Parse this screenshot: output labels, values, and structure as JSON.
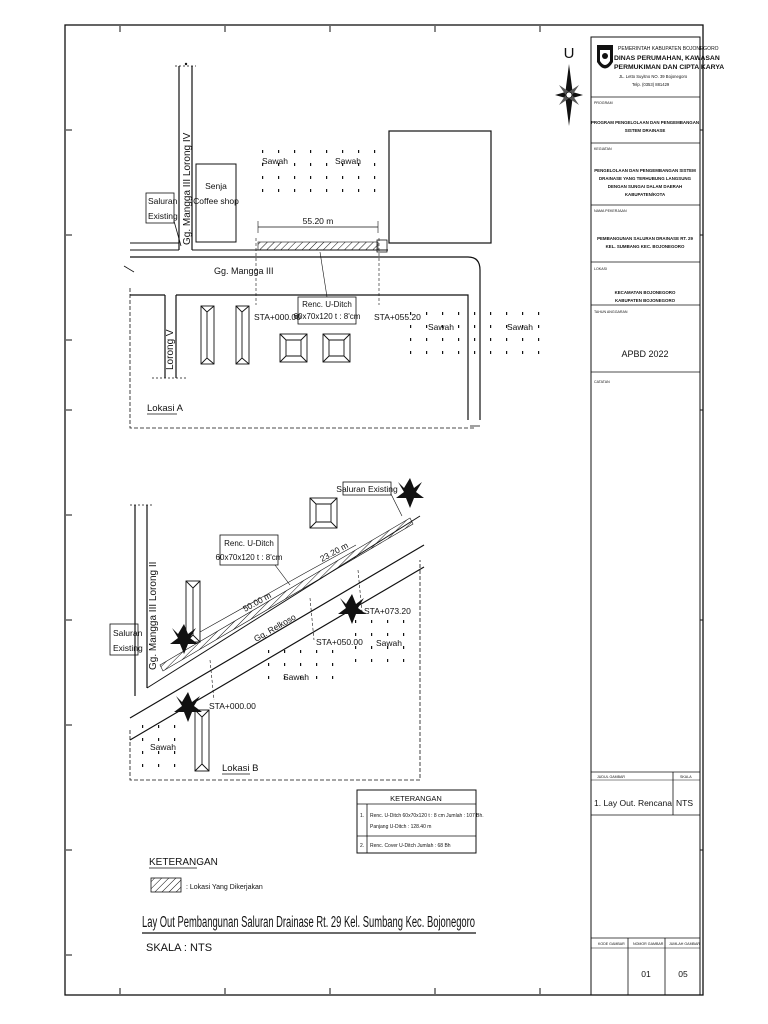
{
  "north": "U",
  "title_block": {
    "gov": "PEMERINTAH KABUPATEN BOJONEGORO",
    "dept1": "DINAS PERUMAHAN, KAWASAN",
    "dept2": "PERMUKIMAN DAN CIPTA KARYA",
    "addr": "JL. Letto Suyitno NO. 39 Bojonegoro",
    "telp": "Telp. (0353) 881429",
    "program_label": "PROGRAM",
    "program1": "PROGRAM PENGELOLAAN DAN PENGEMBANGAN",
    "program2": "SISTEM DRAINASE",
    "kegiatan_label": "KEGIATAN",
    "kegiatan1": "PENGELOLAAN DAN PENGEMBANGAN SISTEM",
    "kegiatan2": "DRAINASE YANG TERHUBUNG LANGSUNG",
    "kegiatan3": "DENGAN SUNGAI DALAM DAERAH",
    "kegiatan4": "KABUPATEN/KOTA",
    "pekerjaan_label": "NAMA PEKERJAAN",
    "pekerjaan1": "PEMBANGUNAN SALURAN DRAINASE RT. 29",
    "pekerjaan2": "KEL. SUMBANG KEC. BOJONEGORO",
    "lokasi_label": "LOKASI",
    "lokasi1": "KECAMATAN BOJONEGORO",
    "lokasi2": "KABUPATEN BOJONEGORO",
    "tahun_label": "TAHUN ANGGARAN",
    "tahun": "APBD 2022",
    "catatan_label": "CATATAN",
    "judul_label": "JUDUL GAMBAR",
    "skala_label": "SKALA",
    "judul": "1. Lay Out. Rencana",
    "skala": "NTS",
    "kode_label": "KODE GAMBAR",
    "nomor_label": "NOMOR GAMBAR",
    "jumlah_label": "JUMLAH GAMBAR",
    "nomor": "01",
    "jumlah": "05"
  },
  "lokasi_a": {
    "label": "Lokasi A",
    "lorong4": "Gg. Mangga III Lorong IV",
    "lorong5": "Lorong V",
    "road": "Gg. Mangga III",
    "saluran1": "Saluran",
    "saluran2": "Existing",
    "coffee1": "Senja",
    "coffee2": "Coffee shop",
    "dim": "55.20 m",
    "renc1": "Renc. U-Ditch",
    "renc2": "60x70x120 t : 8'cm",
    "sta0": "STA+000.00",
    "sta1": "STA+055.20",
    "sawah": "Sawah"
  },
  "lokasi_b": {
    "label": "Lokasi B",
    "lorong2": "Gg. Mangga III Lorong II",
    "road": "Gg. Relkoso",
    "saluran_top": "Saluran Existing",
    "saluran1": "Saluran",
    "saluran2": "Existing",
    "renc1": "Renc. U-Ditch",
    "renc2": "60x70x120 t : 8'cm",
    "dim1": "50.00 m",
    "dim2": "23.20 m",
    "sta0": "STA+000.00",
    "sta1": "STA+050.00",
    "sta2": "STA+073.20",
    "sawah": "Sawah"
  },
  "keterangan_table": {
    "title": "KETERANGAN",
    "rows": [
      {
        "no": "1.",
        "line1": "Renc. U-Ditch 60x70x120 t : 8 cm Jumlah : 107 Bh.",
        "line2": "Panjang U-Ditch : 128.40 m"
      },
      {
        "no": "2.",
        "line1": "Renc. Cover U-Ditch Jumlah : 68 Bh",
        "line2": ""
      }
    ]
  },
  "legend": {
    "title": "KETERANGAN",
    "item": ": Lokasi Yang Dikerjakan"
  },
  "main_title": "Lay Out Pembangunan Saluran Drainase Rt. 29 Kel. Sumbang Kec. Bojonegoro",
  "scale": "SKALA  : NTS"
}
